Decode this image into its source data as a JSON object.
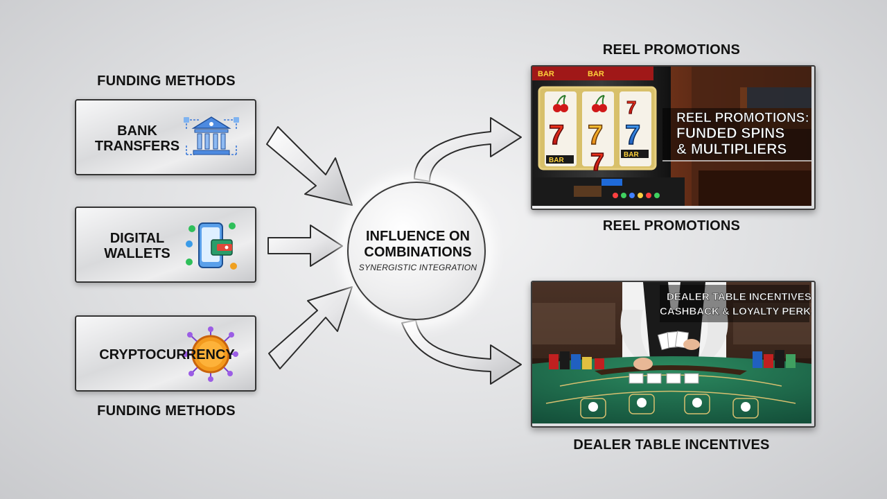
{
  "funding": {
    "heading_top": "FUNDING METHODS",
    "heading_bottom": "FUNDING METHODS",
    "items": [
      {
        "label": "BANK\nTRANSFERS",
        "icon": "bank-icon"
      },
      {
        "label": "DIGITAL\nWALLETS",
        "icon": "phone-wallet-icon"
      },
      {
        "label": "CRYPTOCURRENCY",
        "icon": "crypto-coin-icon"
      }
    ]
  },
  "center": {
    "title": "INFLUENCE ON\nCOMBINATIONS",
    "subtitle": "SYNERGISTIC INTEGRATION"
  },
  "reel": {
    "heading_top": "REEL PROMOTIONS",
    "heading_bottom": "REEL PROMOTIONS",
    "overlay_line1": "REEL PROMOTIONS:",
    "overlay_line2": "FUNDED SPINS",
    "overlay_line3": "& MULTIPLIERS",
    "reel_symbols": [
      "7",
      "7",
      "7"
    ],
    "bar_text": "BAR"
  },
  "dealer": {
    "heading": "DEALER TABLE INCENTIVES",
    "overlay_line1": "DEALER TABLE INCENTIVES:",
    "overlay_line2": "CASHBACK & LOYALTY PERKS"
  },
  "colors": {
    "arrow_fill": "#f2f2f3",
    "arrow_stroke": "#2b2b2b",
    "table_felt": "#1f6a4a",
    "slot_red": "#b01010",
    "bank_blue": "#3a78d8"
  }
}
